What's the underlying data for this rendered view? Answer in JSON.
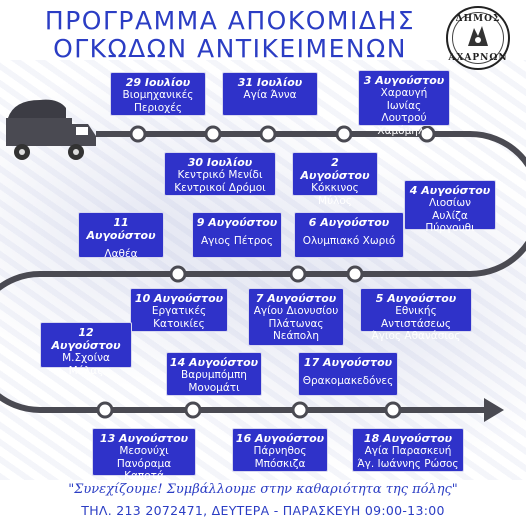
{
  "title": {
    "line1": "ΠΡΟΓΡΑΜΜΑ ΑΠΟΚΟΜΙΔΗΣ",
    "line2": "ΟΓΚΩΔΩΝ ΑΝΤΙΚΕΙΜΕΝΩΝ"
  },
  "logo": {
    "top": "ΔΗΜΟΣ",
    "bottom": "ΑΧΑΡΝΩΝ"
  },
  "colors": {
    "card_bg": "#2f32c9",
    "title": "#2b3dc4",
    "road": "#4a4a52"
  },
  "schedule": [
    {
      "date": "29 Ιουλίου",
      "place": "Βιομηχανικές\nΠεριοχές"
    },
    {
      "date": "31 Ιουλίου",
      "place": "Αγία Άννα"
    },
    {
      "date": "3 Αυγούστου",
      "place": "Χαραυγή\nΙωνίας\nΛουτρού\nΧαμόμηλο"
    },
    {
      "date": "30 Ιουλίου",
      "place": "Κεντρικό Μενίδι\nΚεντρικοί Δρόμοι"
    },
    {
      "date": "2 Αυγούστου",
      "place": "Κόκκινος\nΜύλος"
    },
    {
      "date": "4 Αυγούστου",
      "place": "Λιοσίων\nΑυλίζα\nΠύργουθι"
    },
    {
      "date": "11 Αυγούστου",
      "place": "Λαθέα"
    },
    {
      "date": "9 Αυγούστου",
      "place": "Αγιος Πέτρος"
    },
    {
      "date": "6 Αυγούστου",
      "place": "Ολυμπιακό Χωριό"
    },
    {
      "date": "10 Αυγούστου",
      "place": "Εργατικές\nΚατοικίες"
    },
    {
      "date": "7 Αυγούστου",
      "place": "Αγίου Διονυσίου\nΠλάτωνας\nΝεάπολη"
    },
    {
      "date": "5 Αυγούστου",
      "place": "Εθνικής Αντιστάσεως\nΆγιος Αθανάσιος"
    },
    {
      "date": "12 Αυγούστου",
      "place": "Μ.Σχοίνα\nΜόλας"
    },
    {
      "date": "14 Αυγούστου",
      "place": "Βαρυμπόμπη\nΜονομάτι"
    },
    {
      "date": "17 Αυγούστου",
      "place": "Θρακομακεδόνες"
    },
    {
      "date": "13 Αυγούστου",
      "place": "Μεσονύχι\nΠανόραμα\nΚαποτά"
    },
    {
      "date": "16 Αυγούστου",
      "place": "Πάρνηθος\nΜπόσκιζα"
    },
    {
      "date": "18 Αυγούστου",
      "place": "Αγία Παρασκευή\nΆγ. Ιωάννης Ρώσος"
    }
  ],
  "slogan": "\"Συνεχίζουμε! Συμβάλλουμε στην καθαριότητα της πόλης\"",
  "footer": "ΤΗΛ. 213 2072471, ΔΕΥΤΕΡΑ - ΠΑΡΑΣΚΕΥΗ  09:00-13:00"
}
